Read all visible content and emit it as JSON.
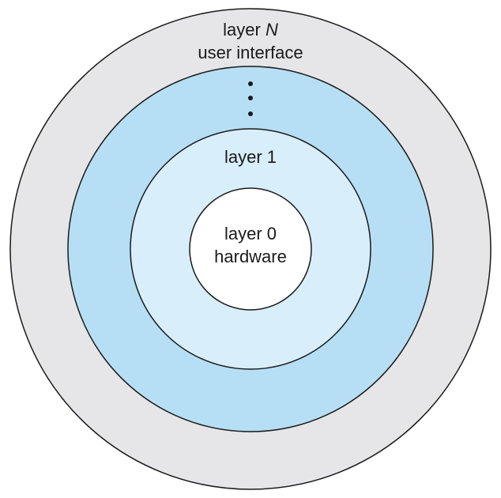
{
  "diagram": {
    "rings": [
      {
        "name": "layer-n",
        "fill": "#e6e6e8",
        "label_line1_prefix": "layer ",
        "label_line1_italic": "N",
        "label_line2": "user interface"
      },
      {
        "name": "intermediate-layers",
        "fill": "#b6dff5",
        "ellipsis": "⋮"
      },
      {
        "name": "layer-1",
        "fill": "#d8eefb",
        "label": "layer 1"
      },
      {
        "name": "layer-0",
        "fill": "#ffffff",
        "label_line1": "layer 0",
        "label_line2": "hardware"
      }
    ],
    "stroke": "#1a1a1a"
  }
}
